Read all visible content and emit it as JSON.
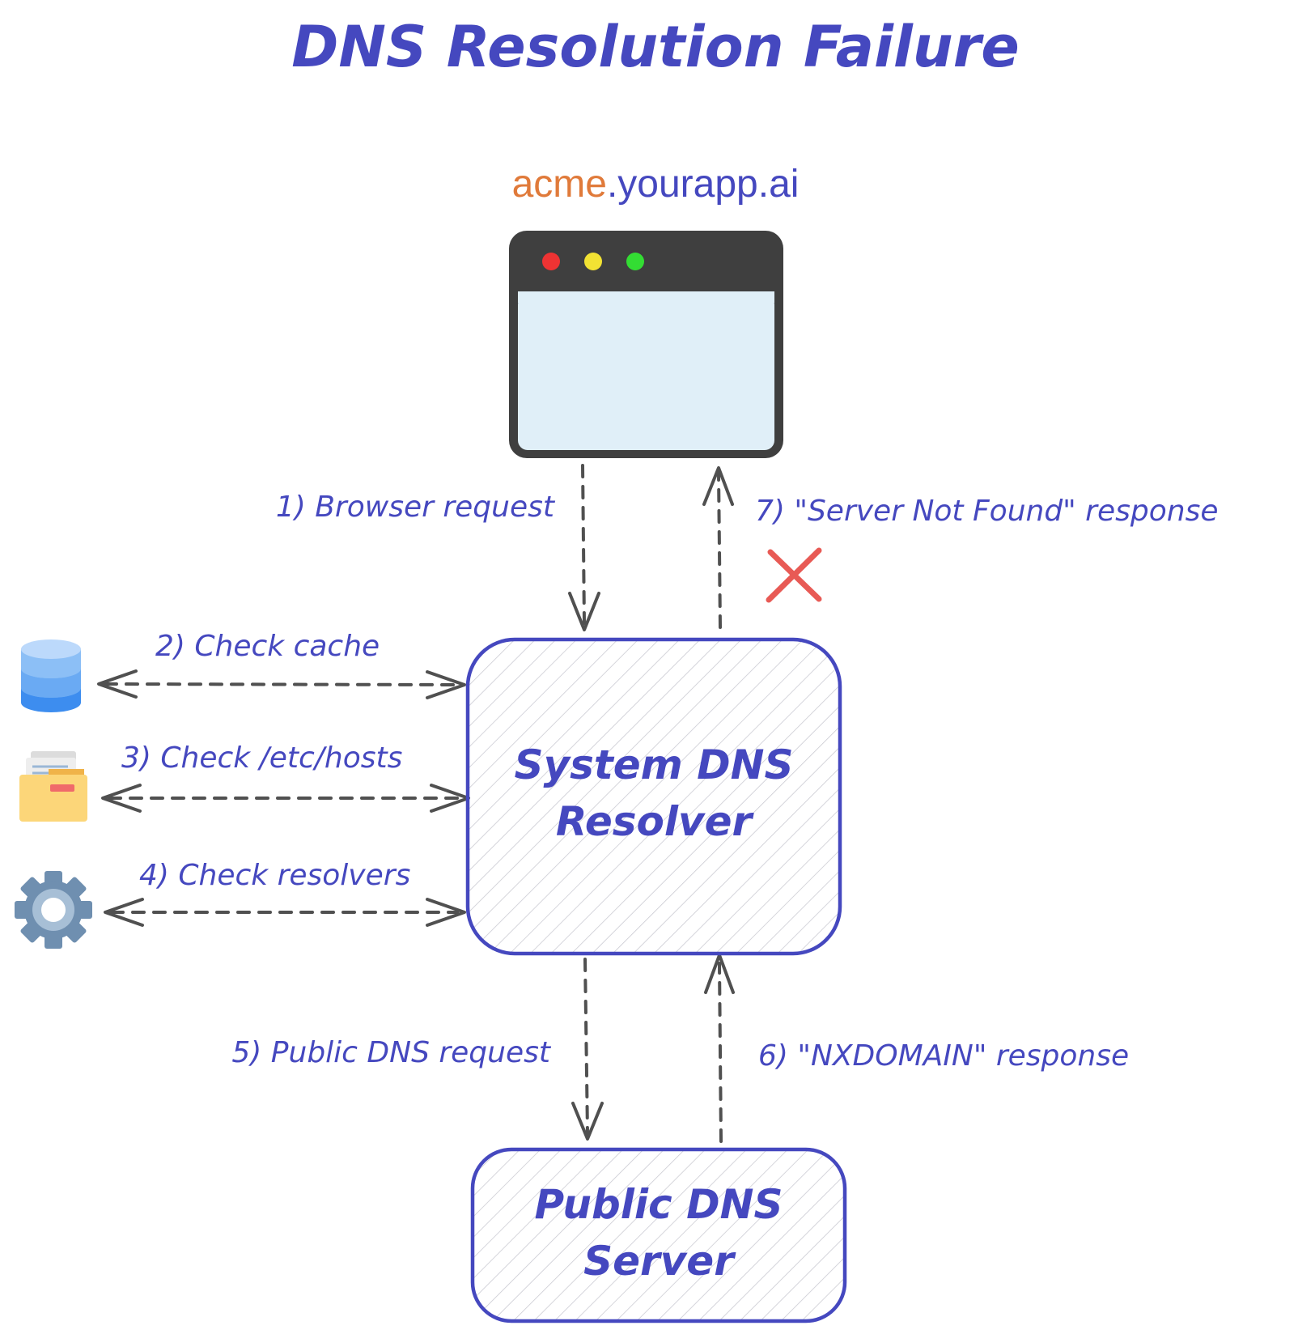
{
  "title": "DNS Resolution Failure",
  "domain": {
    "subdomain": "acme",
    "rest": ".yourapp.ai",
    "subdomain_color": "#e07a3a",
    "rest_color": "#4548bf"
  },
  "browser_window": {
    "dot_colors": [
      "#ee3333",
      "#f2e233",
      "#33dd33"
    ],
    "titlebar_color": "#3f3f3f",
    "body_color": "#e0eff8"
  },
  "boxes": {
    "resolver": {
      "line1": "System DNS",
      "line2": "Resolver"
    },
    "public": {
      "line1": "Public DNS",
      "line2": "Server"
    }
  },
  "steps": {
    "s1": "1) Browser request",
    "s2": "2) Check cache",
    "s3": "3) Check /etc/hosts",
    "s4": "4) Check resolvers",
    "s5": "5) Public DNS request",
    "s6": "6) \"NXDOMAIN\" response",
    "s7": "7) \"Server Not Found\" response"
  },
  "icons": {
    "cache": "database-icon",
    "hosts": "folder-icon",
    "resolvers": "gear-icon",
    "failure": "red-x-icon"
  },
  "colors": {
    "text": "#4548bf",
    "arrow": "#505050",
    "error": "#e85a55"
  }
}
